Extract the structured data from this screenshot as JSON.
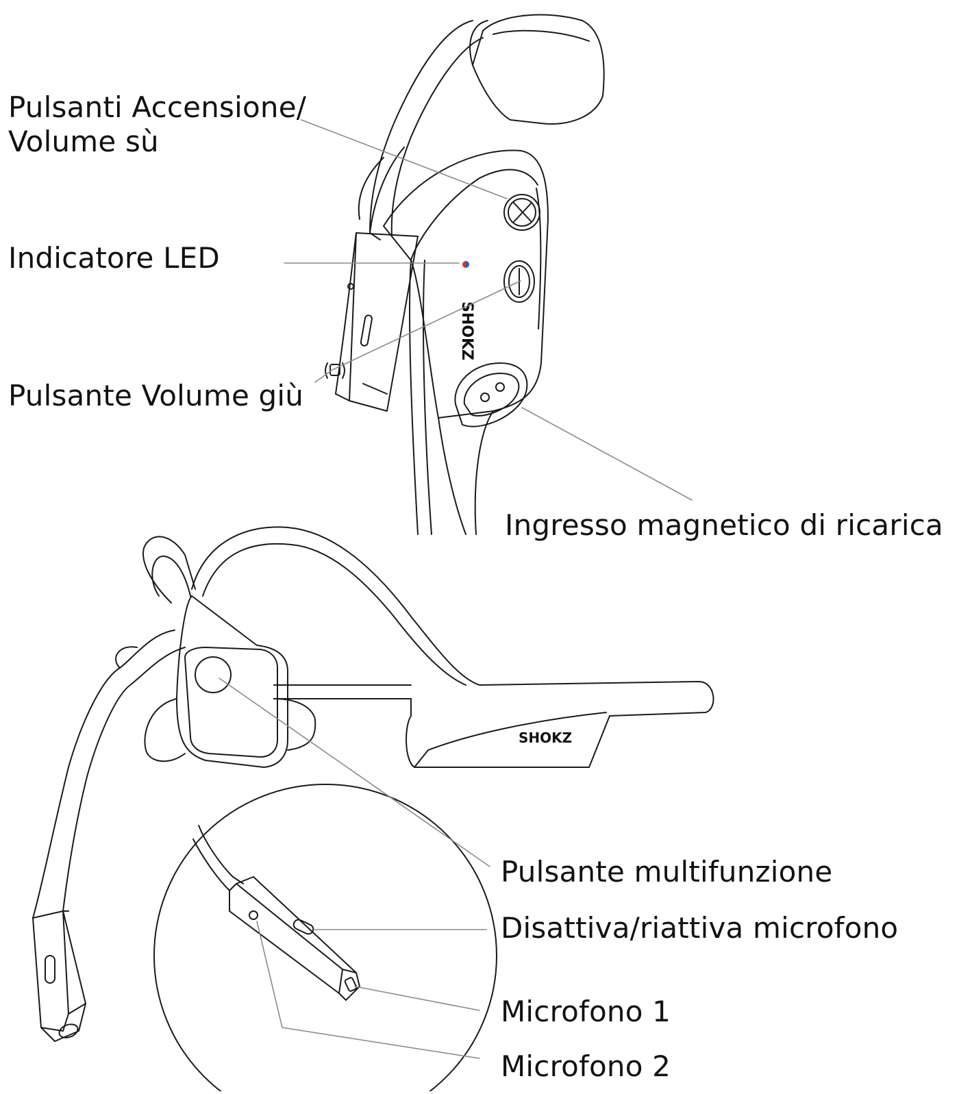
{
  "labels": {
    "power_volume_up": "Pulsanti Accensione/\nVolume sù",
    "led": "Indicatore LED",
    "volume_down": "Pulsante Volume giù",
    "charging_port": "Ingresso magnetico di ricarica",
    "multifunction": "Pulsante multifunzione",
    "mute": "Disattiva/riattiva microfono",
    "mic1": "Microfono 1",
    "mic2": "Microfono 2"
  },
  "brand": "SHOKZ",
  "colors": {
    "line": "#1a1a1a",
    "leader": "#8a8a8a",
    "led_red": "#d9342b",
    "led_blue": "#2f5fb8"
  },
  "icons": [
    "plus-icon",
    "minus-icon",
    "magnetic-port-icon",
    "led-dot-icon"
  ]
}
